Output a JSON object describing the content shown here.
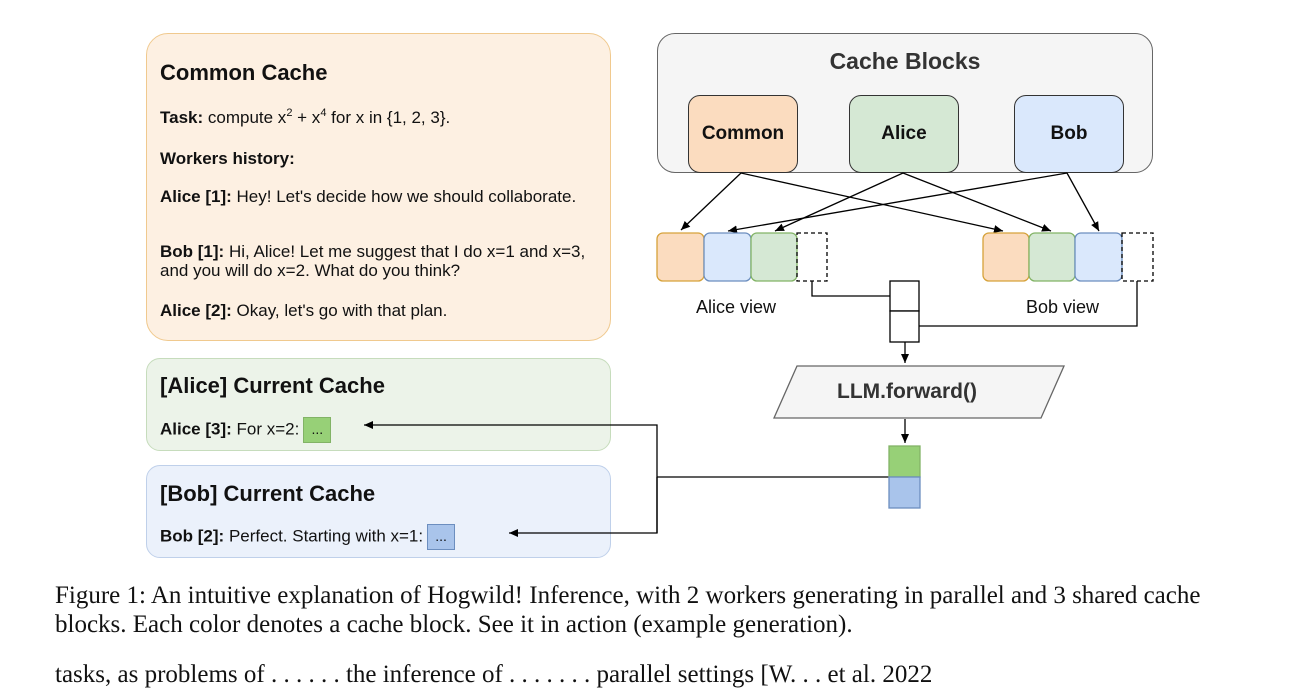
{
  "common_cache": {
    "title": "Common Cache",
    "task_label": "Task:",
    "task_pre": " compute x",
    "task_exp1": "2",
    "task_mid": " + x",
    "task_exp2": "4",
    "task_post": " for x in {1, 2, 3}.",
    "history_heading": "Workers history:",
    "messages": [
      {
        "speaker": "Alice [1]:",
        "text": " Hey! Let's decide how we should collaborate."
      },
      {
        "speaker": "Bob [1]:",
        "text": " Hi, Alice! Let me suggest that I do x=1 and x=3, and you will do x=2. What do you think?"
      },
      {
        "speaker": "Alice [2]:",
        "text": " Okay, let's go with that plan."
      }
    ]
  },
  "alice_cache": {
    "title": "[Alice] Current Cache",
    "speaker": "Alice [3]:",
    "text": " For x=2:",
    "chip": "..."
  },
  "bob_cache": {
    "title": "[Bob] Current Cache",
    "speaker": "Bob [2]:",
    "text": " Perfect. Starting with x=1:",
    "chip": "..."
  },
  "cache_blocks": {
    "title": "Cache Blocks",
    "blocks": [
      "Common",
      "Alice",
      "Bob"
    ]
  },
  "views": {
    "alice": "Alice view",
    "bob": "Bob view"
  },
  "llm": "LLM.forward()",
  "caption": "Figure 1: An intuitive explanation of Hogwild! Inference, with 2 workers generating in parallel and 3 shared cache blocks. Each color denotes a cache block. See it in action (example generation).",
  "trailing_text": "tasks, as problems of . . . . . . the inference of . . . . . . . parallel settings [W. . . et al. 2022",
  "colors": {
    "common": "#fbdcbf",
    "alice": "#d5e8d4",
    "bob": "#dae8fc",
    "alice_chip": "#97d077",
    "bob_chip": "#a9c4eb"
  }
}
